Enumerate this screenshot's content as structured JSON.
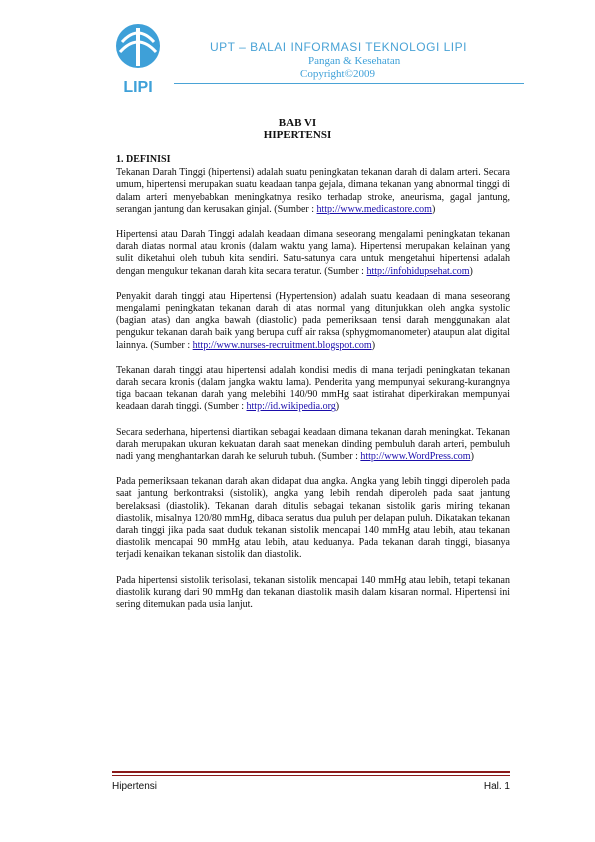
{
  "header": {
    "logo_text": "LIPI",
    "org": "UPT – BALAI INFORMASI TEKNOLOGI LIPI",
    "line2": "Pangan & Kesehatan",
    "line3": "Copyright©2009",
    "colors": {
      "accent": "#3ea0d8"
    }
  },
  "doc": {
    "chapter": "BAB VI",
    "title": "HIPERTENSI",
    "section": "1.   DEFINISI",
    "paragraphs": [
      {
        "text": "Tekanan Darah Tinggi (hipertensi) adalah suatu peningkatan tekanan darah di dalam arteri. Secara umum, hipertensi merupakan suatu keadaan tanpa gejala, dimana tekanan yang abnormal tinggi di dalam arteri menyebabkan meningkatnya resiko terhadap stroke, aneurisma, gagal jantung, serangan jantung dan kerusakan ginjal. (Sumber : ",
        "link": "http://www.medicastore.com",
        "after": ")"
      },
      {
        "text": "Hipertensi atau Darah Tinggi adalah keadaan dimana seseorang mengalami peningkatan tekanan darah diatas normal atau kronis (dalam waktu yang lama). Hipertensi merupakan kelainan yang sulit diketahui oleh tubuh kita sendiri. Satu-satunya cara untuk mengetahui hipertensi adalah dengan mengukur tekanan darah kita secara teratur. (Sumber : ",
        "link": "http://infohidupsehat.com",
        "after": ")"
      },
      {
        "text": "Penyakit darah tinggi atau Hipertensi (Hypertension) adalah suatu keadaan di mana seseorang mengalami peningkatan tekanan darah di atas normal yang ditunjukkan oleh angka systolic (bagian atas) dan angka bawah (diastolic) pada pemeriksaan tensi darah menggunakan alat pengukur tekanan darah baik yang berupa cuff air raksa (sphygmomanometer) ataupun alat digital lainnya. (Sumber : ",
        "link": "http://www.nurses-recruitment.blogspot.com",
        "after": ")"
      },
      {
        "text": "Tekanan darah tinggi atau hipertensi adalah kondisi medis di mana terjadi peningkatan tekanan darah secara kronis (dalam jangka waktu lama). Penderita yang mempunyai sekurang-kurangnya tiga bacaan tekanan darah yang melebihi 140/90 mmHg saat istirahat diperkirakan mempunyai keadaan darah tinggi. (Sumber : ",
        "link": "http://id.wikipedia.org",
        "after": ")"
      },
      {
        "text": "Secara sederhana, hipertensi diartikan sebagai keadaan dimana tekanan darah meningkat. Tekanan darah merupakan ukuran kekuatan darah saat menekan dinding pembuluh darah arteri, pembuluh nadi yang menghantarkan darah ke seluruh tubuh. (Sumber : ",
        "link": "http://www.WordPress.com",
        "after": ")"
      },
      {
        "text": "Pada pemeriksaan tekanan darah akan didapat dua angka. Angka yang lebih tinggi diperoleh pada saat jantung berkontraksi (sistolik), angka yang lebih rendah diperoleh pada saat jantung berelaksasi (diastolik). Tekanan darah ditulis sebagai tekanan sistolik garis miring tekanan diastolik, misalnya 120/80 mmHg, dibaca seratus dua puluh per delapan puluh. Dikatakan tekanan darah tinggi jika pada saat duduk tekanan sistolik mencapai 140 mmHg atau lebih, atau tekanan diastolik mencapai 90 mmHg atau lebih, atau keduanya. Pada tekanan darah tinggi, biasanya terjadi kenaikan tekanan sistolik dan diastolik.",
        "link": "",
        "after": ""
      },
      {
        "text": "Pada hipertensi sistolik terisolasi, tekanan sistolik mencapai 140 mmHg atau lebih, tetapi tekanan diastolik kurang dari 90 mmHg dan tekanan diastolik masih dalam kisaran normal. Hipertensi ini sering ditemukan pada usia lanjut.",
        "link": "",
        "after": ""
      }
    ]
  },
  "footer": {
    "left": "Hipertensi",
    "right": "Hal. 1",
    "colors": {
      "rule": "#8b1a1a"
    }
  }
}
